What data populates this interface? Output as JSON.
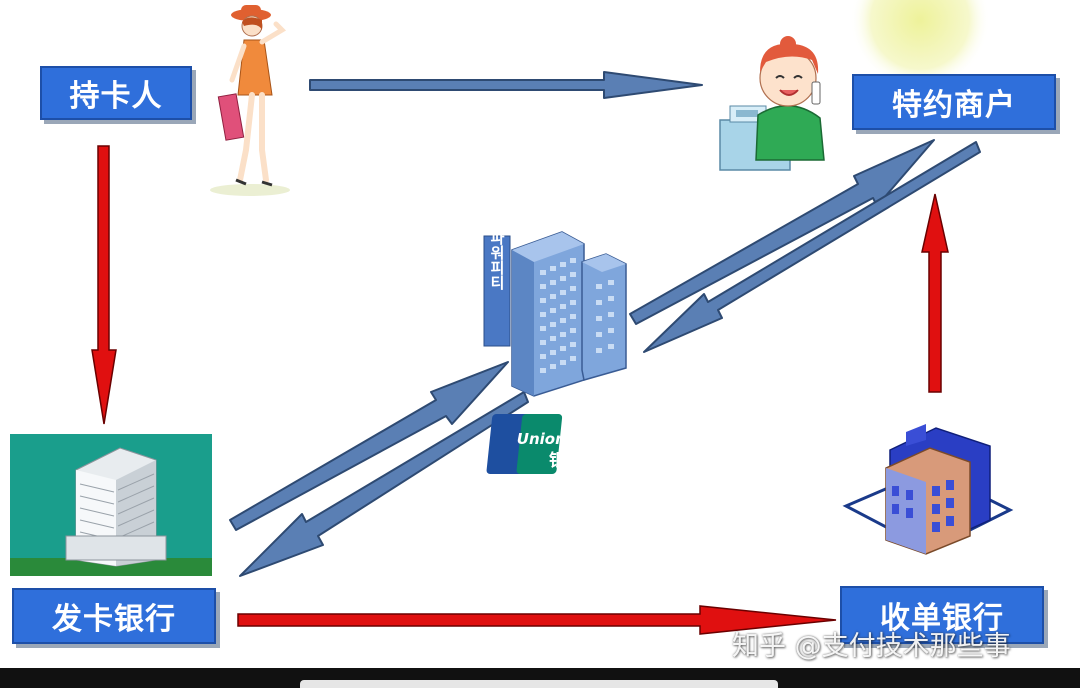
{
  "nodes": {
    "cardholder": "持卡人",
    "merchant": "特约商户",
    "issuer_bank": "发卡银行",
    "acquirer_bank": "收单银行"
  },
  "network": {
    "vertical_text": "파워피티",
    "logo_top": "UnionPay",
    "logo_bottom": "银联"
  },
  "watermark": "知乎 @支付技术那些事",
  "colors": {
    "label_bg": "#2f6fdb",
    "blue_arrow": "#5a7fb4",
    "red_arrow": "#e01010",
    "issuer_bg": "#1a9e8c"
  }
}
